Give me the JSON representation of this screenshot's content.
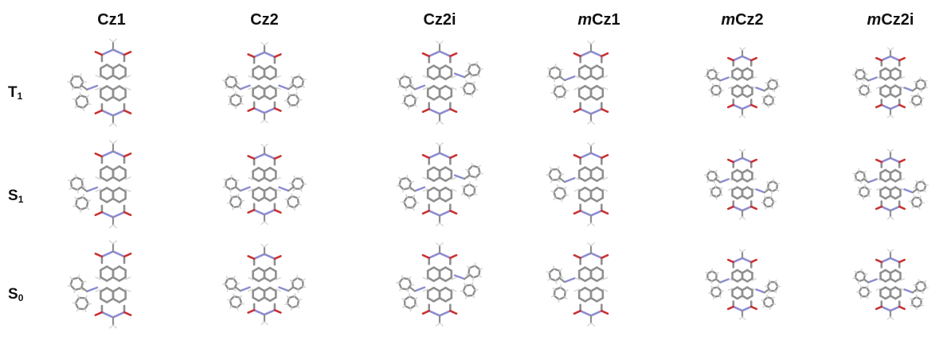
{
  "columns": [
    {
      "prefix": "",
      "name": "Cz1"
    },
    {
      "prefix": "",
      "name": "Cz2"
    },
    {
      "prefix": "",
      "name": "Cz2i"
    },
    {
      "prefix": "m",
      "name": "Cz1"
    },
    {
      "prefix": "m",
      "name": "Cz2"
    },
    {
      "prefix": "m",
      "name": "Cz2i"
    }
  ],
  "rows": [
    {
      "main": "T",
      "sub": "1"
    },
    {
      "main": "S",
      "sub": "1"
    },
    {
      "main": "S",
      "sub": "0"
    }
  ],
  "colors": {
    "bond": "#8f8f8f",
    "hydrogen": "#d6d6d6",
    "oxygen": "#c83232",
    "nitrogen": "#8c8cd2"
  }
}
